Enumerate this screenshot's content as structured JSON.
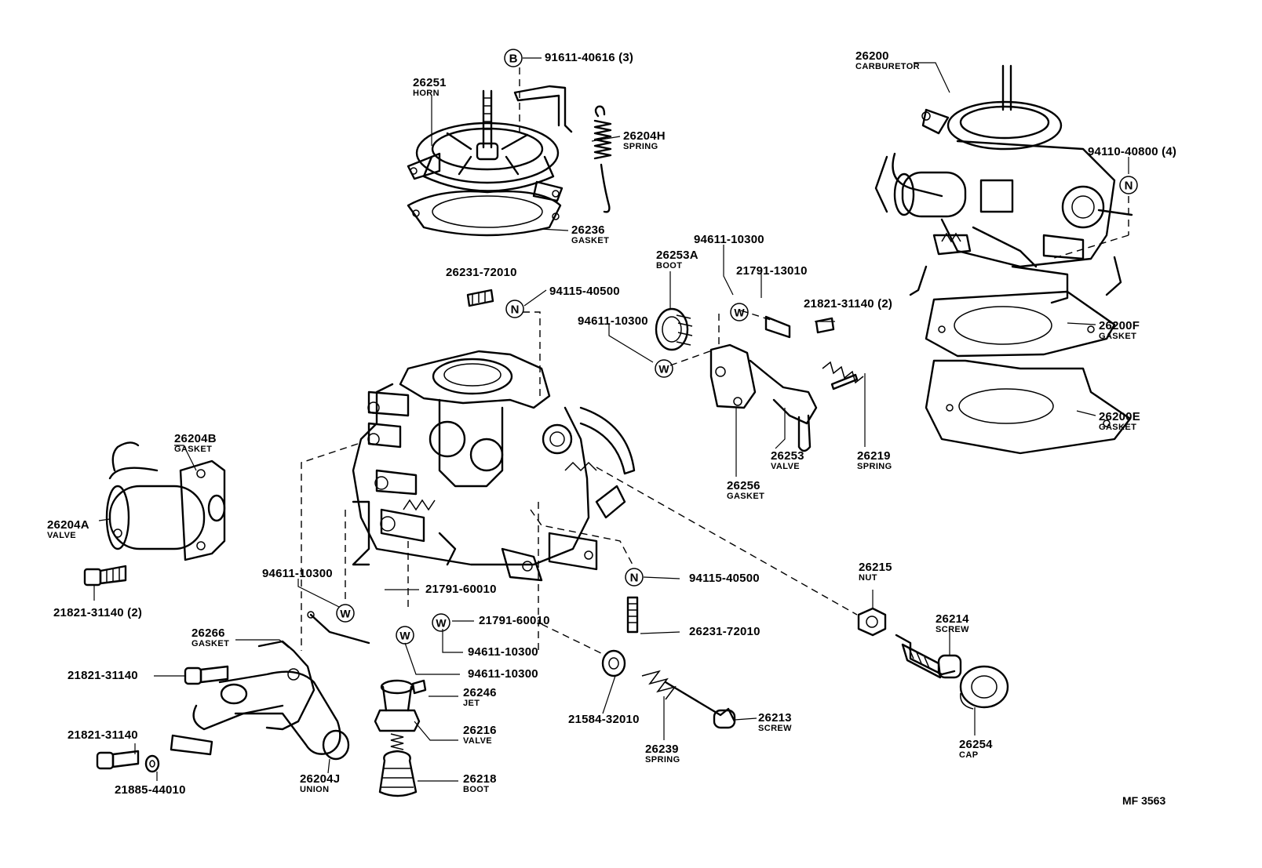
{
  "diagram_code": "MF 3563",
  "parts": [
    {
      "id": "p1",
      "number": "91611-40616 (3)",
      "name": ""
    },
    {
      "id": "p2",
      "number": "26251",
      "name": "HORN"
    },
    {
      "id": "p3",
      "number": "26204H",
      "name": "SPRING"
    },
    {
      "id": "p4",
      "number": "26236",
      "name": "GASKET"
    },
    {
      "id": "p5",
      "number": "26200",
      "name": "CARBURETOR"
    },
    {
      "id": "p6",
      "number": "94110-40800 (4)",
      "name": ""
    },
    {
      "id": "p7",
      "number": "26231-72010",
      "name": ""
    },
    {
      "id": "p8",
      "number": "94115-40500",
      "name": ""
    },
    {
      "id": "p9",
      "number": "26253A",
      "name": "BOOT"
    },
    {
      "id": "p10",
      "number": "94611-10300",
      "name": ""
    },
    {
      "id": "p11",
      "number": "21791-13010",
      "name": ""
    },
    {
      "id": "p12",
      "number": "94611-10300",
      "name": ""
    },
    {
      "id": "p13",
      "number": "21821-31140 (2)",
      "name": ""
    },
    {
      "id": "p14",
      "number": "26200F",
      "name": "GASKET"
    },
    {
      "id": "p15",
      "number": "26200E",
      "name": "GASKET"
    },
    {
      "id": "p16",
      "number": "26253",
      "name": "VALVE"
    },
    {
      "id": "p17",
      "number": "26219",
      "name": "SPRING"
    },
    {
      "id": "p18",
      "number": "26256",
      "name": "GASKET"
    },
    {
      "id": "p19",
      "number": "26204B",
      "name": "GASKET"
    },
    {
      "id": "p20",
      "number": "26204A",
      "name": "VALVE"
    },
    {
      "id": "p21",
      "number": "21821-31140 (2)",
      "name": ""
    },
    {
      "id": "p22",
      "number": "94611-10300",
      "name": ""
    },
    {
      "id": "p23",
      "number": "21791-60010",
      "name": ""
    },
    {
      "id": "p24",
      "number": "21791-60010",
      "name": ""
    },
    {
      "id": "p25",
      "number": "94611-10300",
      "name": ""
    },
    {
      "id": "p26",
      "number": "94611-10300",
      "name": ""
    },
    {
      "id": "p27",
      "number": "94115-40500",
      "name": ""
    },
    {
      "id": "p28",
      "number": "26231-72010",
      "name": ""
    },
    {
      "id": "p29",
      "number": "26215",
      "name": "NUT"
    },
    {
      "id": "p30",
      "number": "26214",
      "name": "SCREW"
    },
    {
      "id": "p31",
      "number": "26266",
      "name": "GASKET"
    },
    {
      "id": "p32",
      "number": "21821-31140",
      "name": ""
    },
    {
      "id": "p33",
      "number": "26246",
      "name": "JET"
    },
    {
      "id": "p34",
      "number": "26216",
      "name": "VALVE"
    },
    {
      "id": "p35",
      "number": "21821-31140",
      "name": ""
    },
    {
      "id": "p36",
      "number": "21885-44010",
      "name": ""
    },
    {
      "id": "p37",
      "number": "26204J",
      "name": "UNION"
    },
    {
      "id": "p38",
      "number": "26218",
      "name": "BOOT"
    },
    {
      "id": "p39",
      "number": "21584-32010",
      "name": ""
    },
    {
      "id": "p40",
      "number": "26239",
      "name": "SPRING"
    },
    {
      "id": "p41",
      "number": "26213",
      "name": "SCREW"
    },
    {
      "id": "p42",
      "number": "26254",
      "name": "CAP"
    }
  ],
  "symbols": [
    {
      "id": "s1",
      "letter": "B"
    },
    {
      "id": "s2",
      "letter": "N"
    },
    {
      "id": "s3",
      "letter": "N"
    },
    {
      "id": "s4",
      "letter": "W"
    },
    {
      "id": "s5",
      "letter": "W"
    },
    {
      "id": "s6",
      "letter": "W"
    },
    {
      "id": "s7",
      "letter": "W"
    },
    {
      "id": "s8",
      "letter": "W"
    },
    {
      "id": "s9",
      "letter": "N"
    }
  ]
}
